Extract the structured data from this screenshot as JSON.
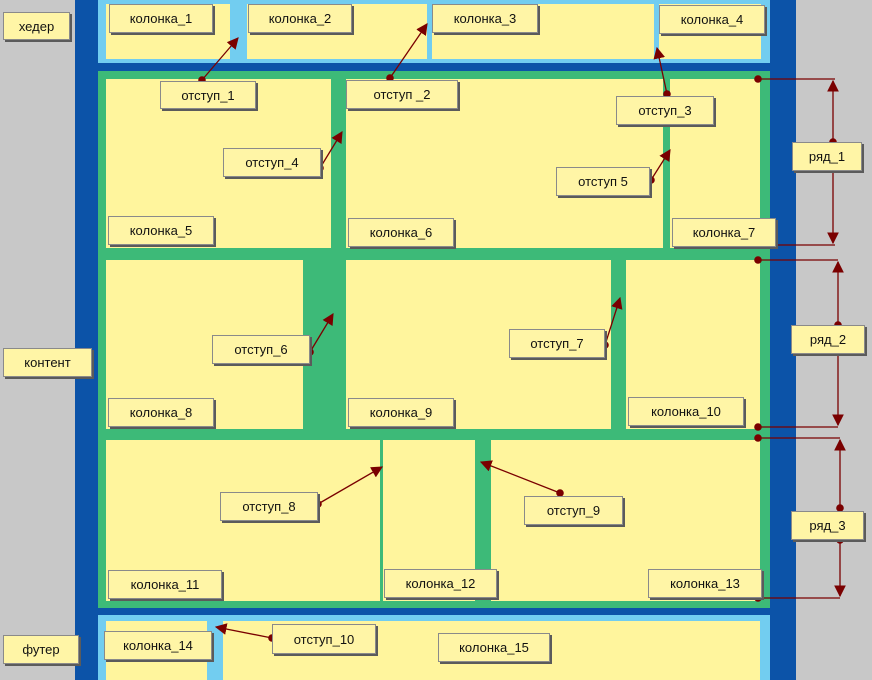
{
  "colors": {
    "page": "#c8c8c8",
    "frame": "#0c53a8",
    "band": "#72cdf0",
    "content_bg": "#3dba78",
    "column": "#fff59d",
    "label": "#fff5a6",
    "arrow": "#7a0000"
  },
  "areas": {
    "header": "хедер",
    "content": "контент",
    "footer": "футер"
  },
  "columns": [
    "колонка_1",
    "колонка_2",
    "колонка_3",
    "колонка_4",
    "колонка_5",
    "колонка_6",
    "колонка_7",
    "колонка_8",
    "колонка_9",
    "колонка_10",
    "колонка_11",
    "колонка_12",
    "колонка_13",
    "колонка_14",
    "колонка_15"
  ],
  "gaps": [
    "отступ_1",
    "отступ _2",
    "отступ_3",
    "отступ_4",
    "отступ 5",
    "отступ_6",
    "отступ_7",
    "отступ_8",
    "отступ_9",
    "отступ_10"
  ],
  "rows": [
    "ряд_1",
    "ряд_2",
    "ряд_3"
  ]
}
